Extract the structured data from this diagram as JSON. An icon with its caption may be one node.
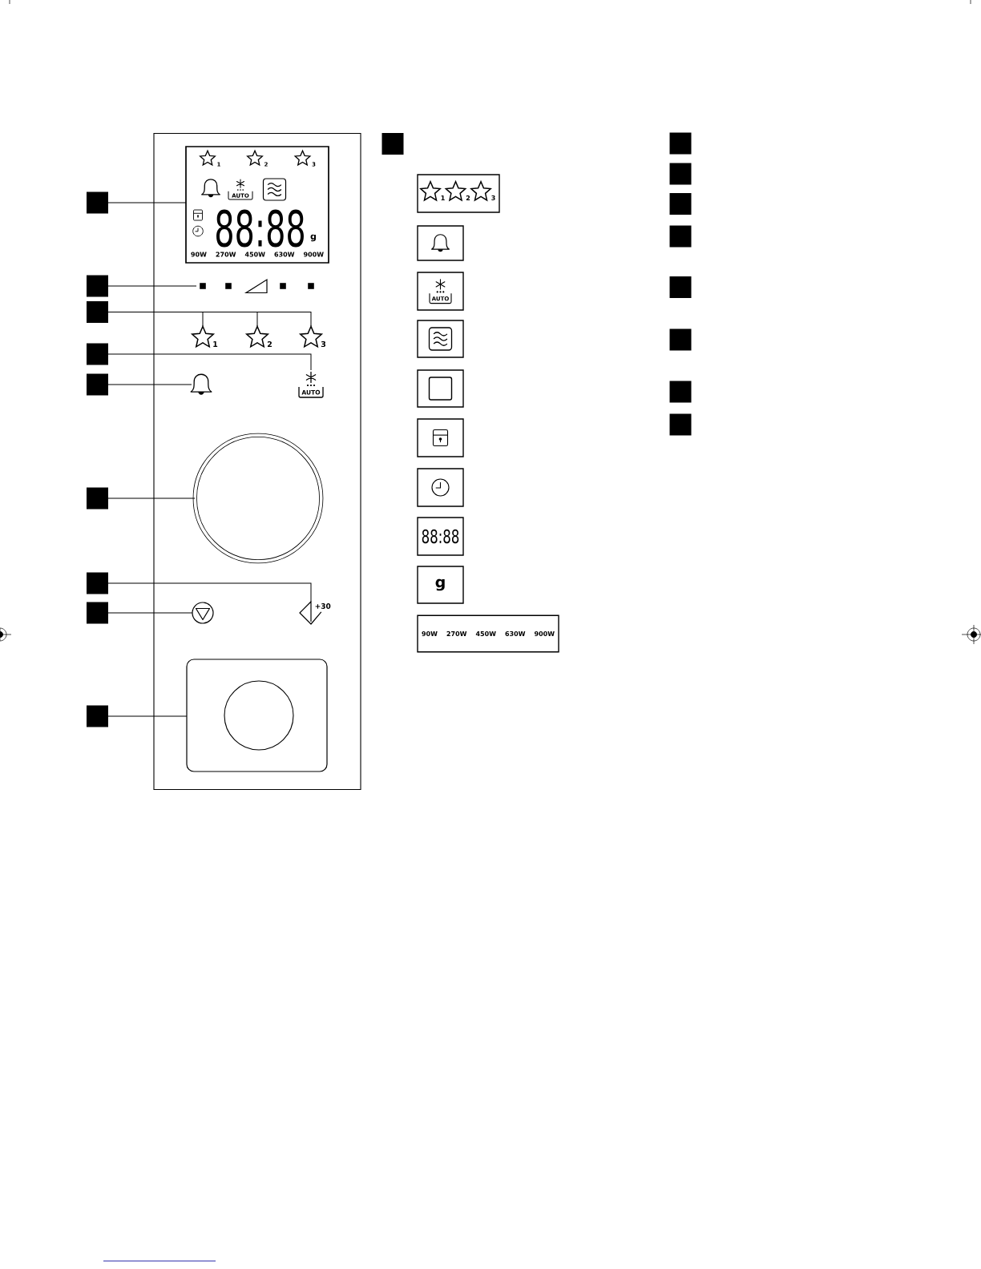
{
  "diagram": {
    "nodes": [
      {
        "text": [],
        "shape": "box"
      },
      {
        "text": [
          "1",
          "2",
          "3",
          "AUTO",
          "88:88",
          "g",
          "90W 270W 450W 630W 900W"
        ],
        "in": 0
      },
      {
        "text": [],
        "shape": "picture",
        "in": 0
      },
      {
        "text": [
          "1"
        ],
        "in": 0
      },
      {
        "text": [
          "2"
        ],
        "in": 0
      },
      {
        "text": [
          "3"
        ],
        "in": 0
      },
      {
        "text": [
          "AUTO"
        ],
        "in": 0
      },
      {
        "text": [],
        "shape": "picture",
        "in": 0
      },
      {
        "text": [],
        "shape": "circle",
        "in": 0
      },
      {
        "text": [
          "+30"
        ],
        "in": 0
      },
      {
        "text": [],
        "shape": "circle",
        "in": 0
      },
      {
        "text": [],
        "shape": "box",
        "in": 0
      },
      {
        "text": [],
        "shape": "box"
      },
      {
        "text": [],
        "shape": "box"
      },
      {
        "text": [],
        "shape": "box"
      },
      {
        "text": [],
        "shape": "box"
      },
      {
        "text": [],
        "shape": "box"
      },
      {
        "text": [],
        "shape": "box"
      },
      {
        "text": [],
        "shape": "box"
      },
      {
        "text": [],
        "shape": "box"
      },
      {
        "text": [],
        "shape": "box"
      },
      {
        "text": [],
        "shape": "box"
      },
      {
        "text": [
          "1",
          "2",
          "3"
        ]
      },
      {
        "text": [],
        "shape": "box"
      },
      {
        "text": [
          "AUTO"
        ]
      },
      {
        "text": [],
        "shape": "box"
      },
      {
        "text": [],
        "shape": "box"
      },
      {
        "text": [],
        "shape": "box"
      },
      {
        "text": [],
        "shape": "box"
      },
      {
        "text": [
          "88:88"
        ]
      },
      {
        "text": [
          "g"
        ]
      },
      {
        "text": [
          "90W 270W 450W 630W 900W"
        ]
      },
      {
        "text": [],
        "shape": "box"
      },
      {
        "text": [],
        "shape": "box"
      },
      {
        "text": [],
        "shape": "box"
      },
      {
        "text": [],
        "shape": "box"
      },
      {
        "text": [],
        "shape": "box"
      },
      {
        "text": [],
        "shape": "box"
      },
      {
        "text": [],
        "shape": "box"
      },
      {
        "text": [],
        "shape": "box"
      }
    ],
    "edges": [
      {
        "from": 12,
        "to": 1,
        "arrow": "none"
      },
      {
        "from": 13,
        "to": 2,
        "arrow": "none"
      },
      {
        "from": 14,
        "to": 3,
        "arrow": "none"
      },
      {
        "from": 14,
        "to": 4,
        "arrow": "none"
      },
      {
        "from": 14,
        "to": 5,
        "arrow": "none"
      },
      {
        "from": 15,
        "to": 6,
        "arrow": "none"
      },
      {
        "from": 16,
        "to": 7,
        "arrow": "none"
      },
      {
        "from": 17,
        "to": 8,
        "arrow": "none"
      },
      {
        "from": 18,
        "to": 9,
        "arrow": "none"
      },
      {
        "from": 19,
        "to": 10,
        "arrow": "none"
      },
      {
        "from": 20,
        "to": 11,
        "arrow": "none"
      }
    ]
  }
}
